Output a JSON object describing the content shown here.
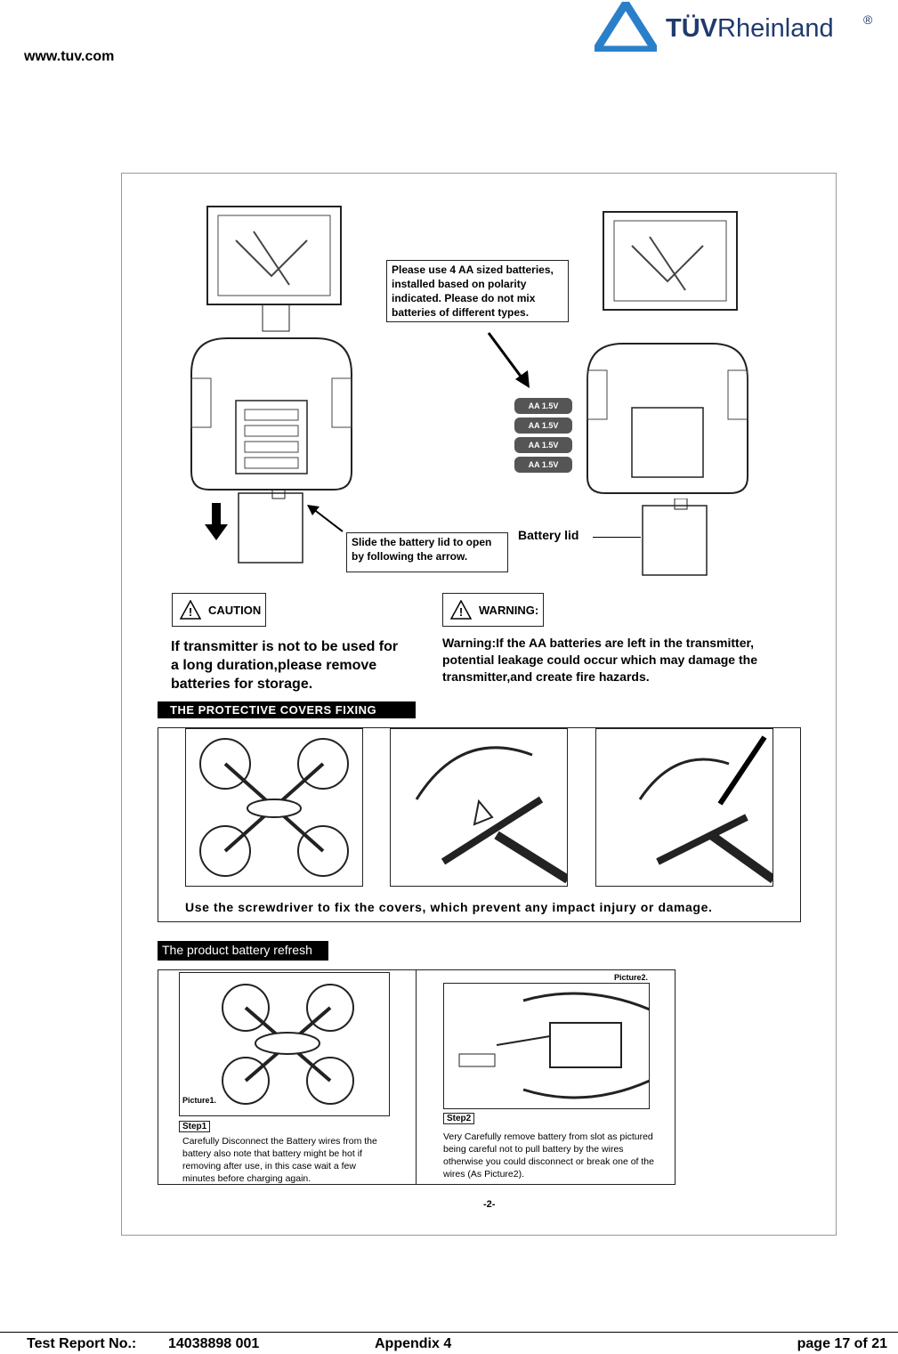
{
  "header": {
    "url": "www.tuv.com",
    "logo_text_bold": "TÜV",
    "logo_text_light": "Rheinland",
    "logo_reg": "®"
  },
  "manual": {
    "battery_callout": "Please use 4 AA sized batteries, installed based on polarity indicated. Please do not mix batteries of different types.",
    "battery_cells": [
      "AA 1.5V",
      "AA 1.5V",
      "AA 1.5V",
      "AA 1.5V"
    ],
    "slide_callout": "Slide the battery lid to open by following the arrow.",
    "battery_lid_label": "Battery lid",
    "caution_label": "CAUTION",
    "warning_label": "WARNING:",
    "caution_text": "If transmitter is not to be used for a long duration,please remove batteries for storage.",
    "warning_text": "Warning:If the AA batteries are left in the transmitter, potential leakage could occur which may damage the transmitter,and create fire hazards.",
    "covers_heading": "THE PROTECTIVE COVERS FIXING",
    "covers_caption": "Use the screwdriver to fix the covers, which prevent any impact injury or damage.",
    "refresh_heading": "The product battery refresh",
    "picture1_label": "Picture1.",
    "picture2_label": "Picture2.",
    "step1_label": "Step1",
    "step1_text": "Carefully Disconnect the Battery wires from the battery also note that battery might be hot if removing after use, in this case wait a few minutes before charging again.",
    "step2_label": "Step2",
    "step2_text": "Very Carefully remove battery from slot as pictured being careful not to pull battery by the wires otherwise you could disconnect or break one of the wires (As Picture2).",
    "page_number": "-2-"
  },
  "footer": {
    "report_label": "Test Report No.:",
    "report_number": "14038898 001",
    "appendix": "Appendix 4",
    "page": "page 17 of 21"
  },
  "colors": {
    "logo_blue": "#1f3a6e",
    "logo_triangle": "#2a7fc9"
  }
}
